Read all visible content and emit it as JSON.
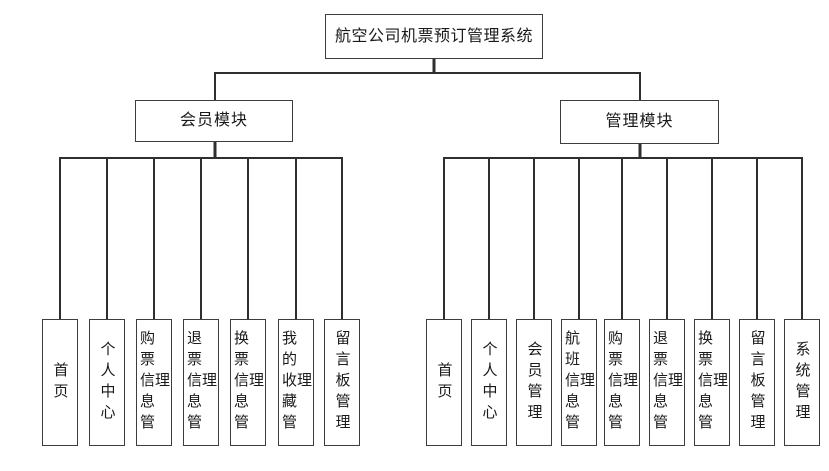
{
  "diagram": {
    "title": "航空公司机票预订管理系统",
    "modules": [
      {
        "label": "会员模块",
        "children": [
          "首页",
          "个人中心",
          "购票信息管理",
          "退票信息管理",
          "换票信息管理",
          "我的收藏管理",
          "留言板管理"
        ]
      },
      {
        "label": "管理模块",
        "children": [
          "首页",
          "个人中心",
          "会员管理",
          "航班信息管理",
          "购票信息管理",
          "退票信息管理",
          "换票信息管理",
          "留言板管理",
          "系统管理"
        ]
      }
    ],
    "colors": {
      "line": "#2f2f2f",
      "box_border": "#3d3d3d",
      "box_bg": "#ffffff",
      "page_bg": "#ffffff",
      "text": "#1a1a1a"
    }
  }
}
